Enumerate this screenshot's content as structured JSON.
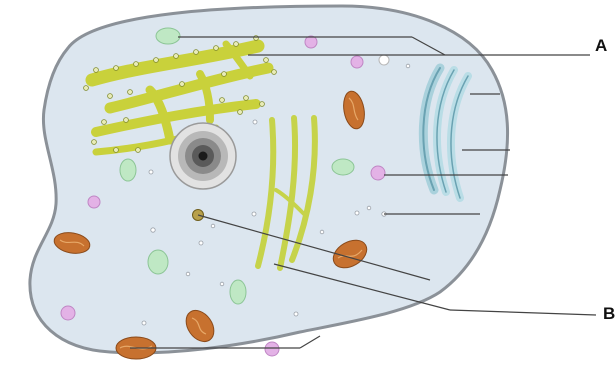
{
  "diagram": {
    "labels": {
      "a": "A",
      "b": "B"
    },
    "structures": [
      "cell-membrane",
      "cytoplasm",
      "rough-endoplasmic-reticulum",
      "nucleus",
      "golgi-apparatus",
      "microtubules",
      "mitochondria",
      "vesicles",
      "ribosomes"
    ],
    "colors": {
      "cytoplasm": "#dce6ef",
      "membrane": "#8b9198",
      "er": "#c9d13b",
      "mitochondria": "#c7712f",
      "golgi": "#bfe0e6",
      "vesicle_pink": "#e3b2e6",
      "vesicle_green": "#bfe8c4",
      "nucleus": "#555555",
      "leader_line": "#444444"
    }
  }
}
